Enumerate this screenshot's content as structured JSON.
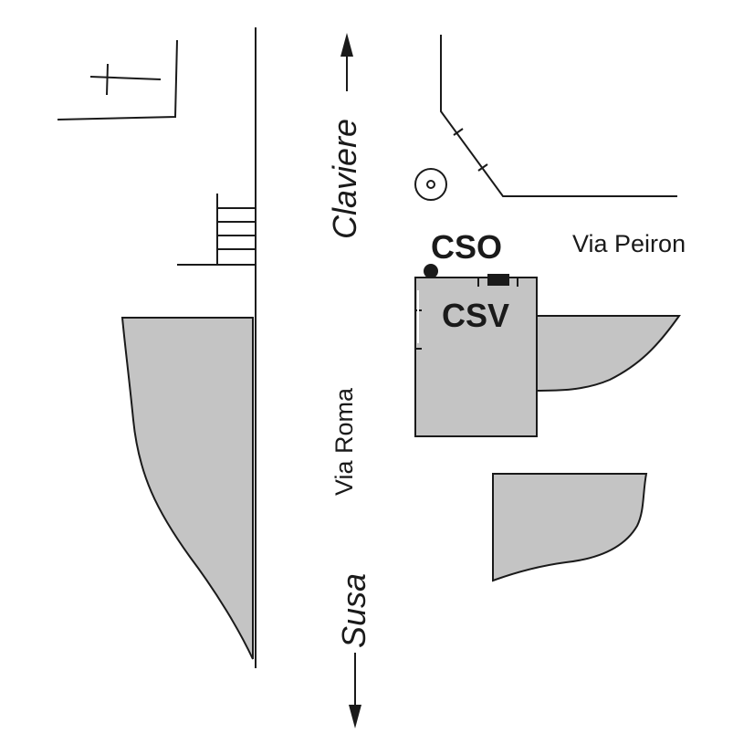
{
  "map": {
    "streets": {
      "via_roma": "Via Roma",
      "via_peiron": "Via Peiron"
    },
    "directions": {
      "north": "Claviere",
      "south": "Susa"
    },
    "sites": {
      "cso": "CSO",
      "csv": "CSV"
    },
    "colors": {
      "ink": "#1a1a1a",
      "building_fill": "#c4c4c4",
      "background": "#ffffff"
    },
    "icons": [
      "cross-icon",
      "fountain-icon",
      "arrow-up-icon",
      "arrow-down-icon"
    ]
  }
}
